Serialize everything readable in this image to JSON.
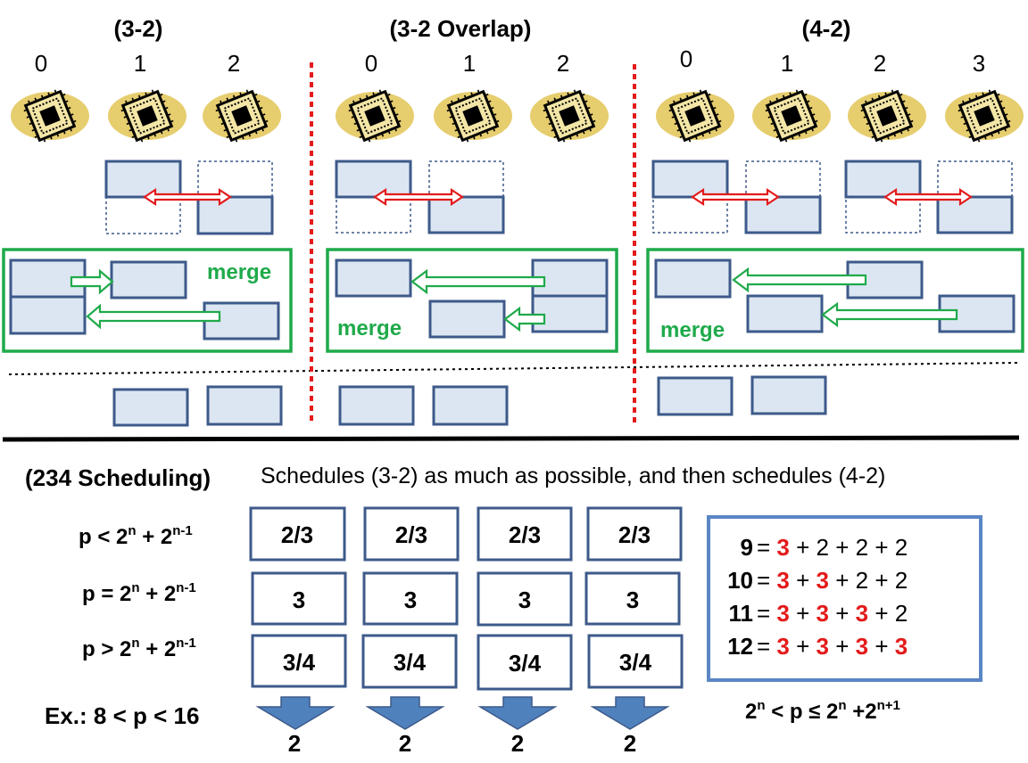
{
  "sections": [
    {
      "title": "(3-2)",
      "processors": [
        "0",
        "1",
        "2"
      ],
      "merge_label": "merge"
    },
    {
      "title": "(3-2 Overlap)",
      "processors": [
        "0",
        "1",
        "2"
      ],
      "merge_label": "merge"
    },
    {
      "title": "(4-2)",
      "processors": [
        "0",
        "1",
        "2",
        "3"
      ],
      "merge_label": "merge"
    }
  ],
  "scheduling": {
    "title": "(234 Scheduling)",
    "description": "Schedules (3-2) as much as possible, and then schedules (4-2)",
    "conditions": [
      {
        "prefix": "p < 2",
        "sup1": "n",
        "mid": " + 2",
        "sup2": "n-1"
      },
      {
        "prefix": "p = 2",
        "sup1": "n",
        "mid": " + 2",
        "sup2": "n-1"
      },
      {
        "prefix": "p > 2",
        "sup1": "n",
        "mid": " + 2",
        "sup2": "n-1"
      }
    ],
    "example": "Ex.: 8 < p < 16",
    "grid": [
      [
        "2/3",
        "2/3",
        "2/3",
        "2/3"
      ],
      [
        "3",
        "3",
        "3",
        "3"
      ],
      [
        "3/4",
        "3/4",
        "3/4",
        "3/4"
      ]
    ],
    "results": [
      "2",
      "2",
      "2",
      "2"
    ],
    "equations": [
      {
        "lhs": "9",
        "terms": [
          [
            "3",
            true
          ],
          [
            "2",
            false
          ],
          [
            "2",
            false
          ],
          [
            "2",
            false
          ]
        ]
      },
      {
        "lhs": "10",
        "terms": [
          [
            "3",
            true
          ],
          [
            "3",
            true
          ],
          [
            "2",
            false
          ],
          [
            "2",
            false
          ]
        ]
      },
      {
        "lhs": "11",
        "terms": [
          [
            "3",
            true
          ],
          [
            "3",
            true
          ],
          [
            "3",
            true
          ],
          [
            "2",
            false
          ]
        ]
      },
      {
        "lhs": "12",
        "terms": [
          [
            "3",
            true
          ],
          [
            "3",
            true
          ],
          [
            "3",
            true
          ],
          [
            "3",
            true
          ]
        ]
      }
    ],
    "range": {
      "prefix": "2",
      "sup1": "n",
      "mid": " < p ≤ 2",
      "sup2": "n",
      "suffix": " +2",
      "sup3": "n+1"
    }
  },
  "colors": {
    "block_fill": "#dce6f2",
    "block_stroke": "#3d5a8a",
    "merge_green": "#1faa4a",
    "exchange_red": "#e31b1b",
    "divider_red": "#e31b1b",
    "arrow_blue": "#4f81bd",
    "chip_gold": "#e6cd6e",
    "equation_border": "#5b86c5"
  },
  "icons": [
    "cpu-chip-icon",
    "exchange-arrow-icon",
    "merge-arrow-icon",
    "down-arrow-icon"
  ]
}
